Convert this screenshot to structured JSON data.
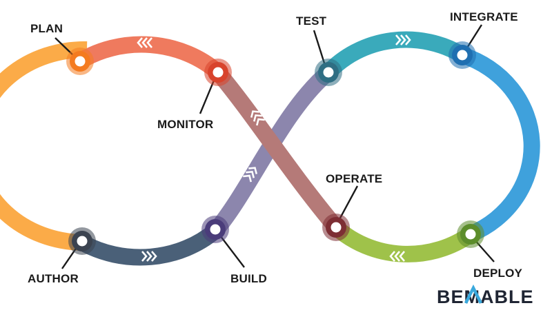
{
  "stages": {
    "plan": "PLAN",
    "monitor": "MONITOR",
    "author": "AUTHOR",
    "build": "BUILD",
    "test": "TEST",
    "integrate": "INTEGRATE",
    "operate": "OPERATE",
    "deploy": "DEPLOY"
  },
  "logo": {
    "before": "BE",
    "after": "MABLE"
  },
  "colors": {
    "plan": "#f47b20",
    "monitor": "#d8432c",
    "author": "#3b4350",
    "build": "#4a3c7a",
    "test": "#2f6e83",
    "integrate": "#1f6fb1",
    "operate": "#7d2e34",
    "deploy": "#5c8d2b",
    "orange_arc": "#fbab48",
    "salmon_arc": "#ef7a5e",
    "slate_arc": "#4a6078",
    "lavender_arc": "#8c86ad",
    "teal_arc": "#3aaabb",
    "blue_arc": "#3fa1dc",
    "green_arc": "#9fc24a",
    "mauve_arc": "#b57a78",
    "logo_accent": "#3aa9dd"
  }
}
